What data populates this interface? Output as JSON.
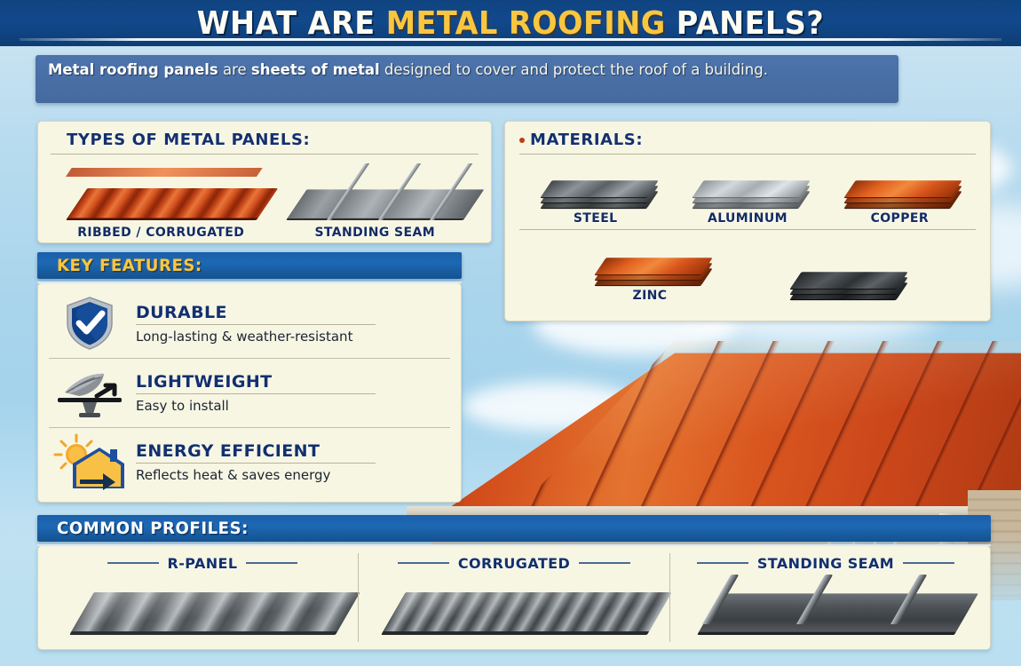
{
  "header": {
    "title_part1": "WHAT ARE ",
    "title_highlight": "METAL ROOFING",
    "title_part2": " PANELS?"
  },
  "intro": {
    "lead": "Metal roofing panels",
    "mid": " are ",
    "bold2": "sheets of metal",
    "rest": " designed to cover and protect the roof of a building."
  },
  "types": {
    "heading": "TYPES OF METAL PANELS:",
    "items": [
      {
        "label": "RIBBED / CORRUGATED",
        "icon": "corrugated-red-panel"
      },
      {
        "label": "STANDING SEAM",
        "icon": "standing-seam-grey-panel"
      }
    ]
  },
  "materials": {
    "heading": "MATERIALS:",
    "row1": [
      {
        "label": "STEEL",
        "icon": "steel-sheet-stack",
        "color": "#5a6064"
      },
      {
        "label": "ALUMINUM",
        "icon": "aluminum-sheet-stack",
        "color": "#a7acb1"
      },
      {
        "label": "COPPER",
        "icon": "copper-sheet-stack",
        "color": "#e0601f"
      }
    ],
    "row2": [
      {
        "label": "ZINC",
        "icon": "zinc-sheet-stack",
        "color": "#e0601f"
      },
      {
        "label": "",
        "icon": "dark-sheet-stack",
        "color": "#2e3235"
      }
    ]
  },
  "key_features": {
    "heading": "KEY FEATURES:",
    "items": [
      {
        "title": "DURABLE",
        "desc": "Long-lasting & weather-resistant",
        "icon": "shield-check-icon"
      },
      {
        "title": "LIGHTWEIGHT",
        "desc": "Easy to install",
        "icon": "feather-balance-icon"
      },
      {
        "title": "ENERGY EFFICIENT",
        "desc": "Reflects heat & saves energy",
        "icon": "sun-house-icon"
      }
    ]
  },
  "common_profiles": {
    "heading": "COMMON PROFILES:",
    "items": [
      {
        "label": "R-PANEL",
        "icon": "r-panel-profile"
      },
      {
        "label": "CORRUGATED",
        "icon": "corrugated-profile"
      },
      {
        "label": "STANDING SEAM",
        "icon": "standing-seam-profile"
      }
    ]
  },
  "colors": {
    "header_blue": "#11447f",
    "accent_gold": "#f9c63f",
    "card_cream": "#f7f6e3",
    "title_navy": "#12306e",
    "section_bar_blue": "#1d68b4",
    "roof_red": "#d4501d",
    "sky_blue": "#a9d4ec"
  }
}
